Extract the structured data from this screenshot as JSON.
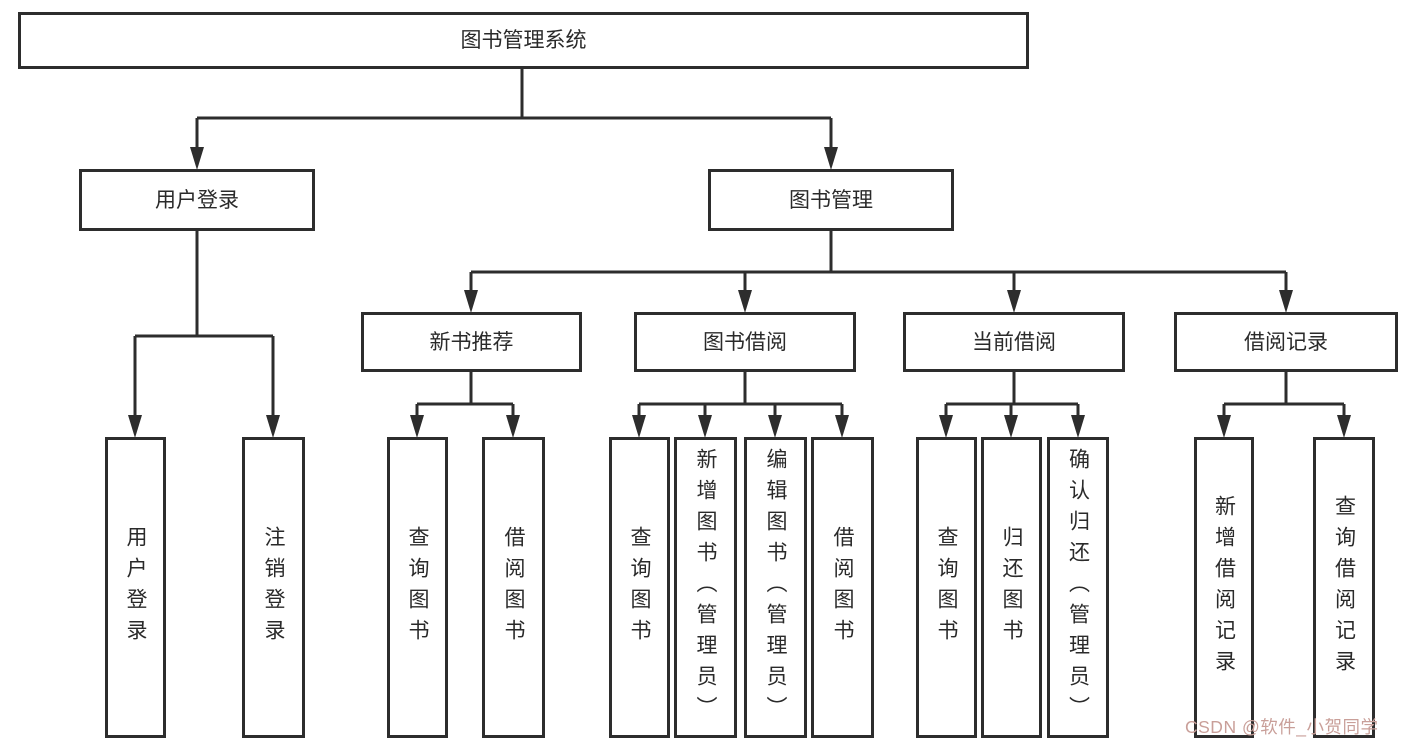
{
  "diagram_title": "图书管理系统",
  "tree": {
    "root": "图书管理系统",
    "children": [
      {
        "label": "用户登录",
        "children": [
          "用户登录",
          "注销登录"
        ]
      },
      {
        "label": "图书管理",
        "children": [
          {
            "label": "新书推荐",
            "children": [
              "查询图书",
              "借阅图书"
            ]
          },
          {
            "label": "图书借阅",
            "children": [
              "查询图书",
              "新增图书（管理员）",
              "编辑图书（管理员）",
              "借阅图书"
            ]
          },
          {
            "label": "当前借阅",
            "children": [
              "查询图书",
              "归还图书",
              "确认归还（管理员）"
            ]
          },
          {
            "label": "借阅记录",
            "children": [
              "新增借阅记录",
              "查询借阅记录"
            ]
          }
        ]
      }
    ]
  },
  "watermark": {
    "text": "CSDN @软件_小贺同学",
    "color": "#c99f99"
  },
  "colors": {
    "background": "#ffffff",
    "line": "#2d2d2d",
    "box_border": "#2d2d2d",
    "text": "#2a2a2a"
  }
}
